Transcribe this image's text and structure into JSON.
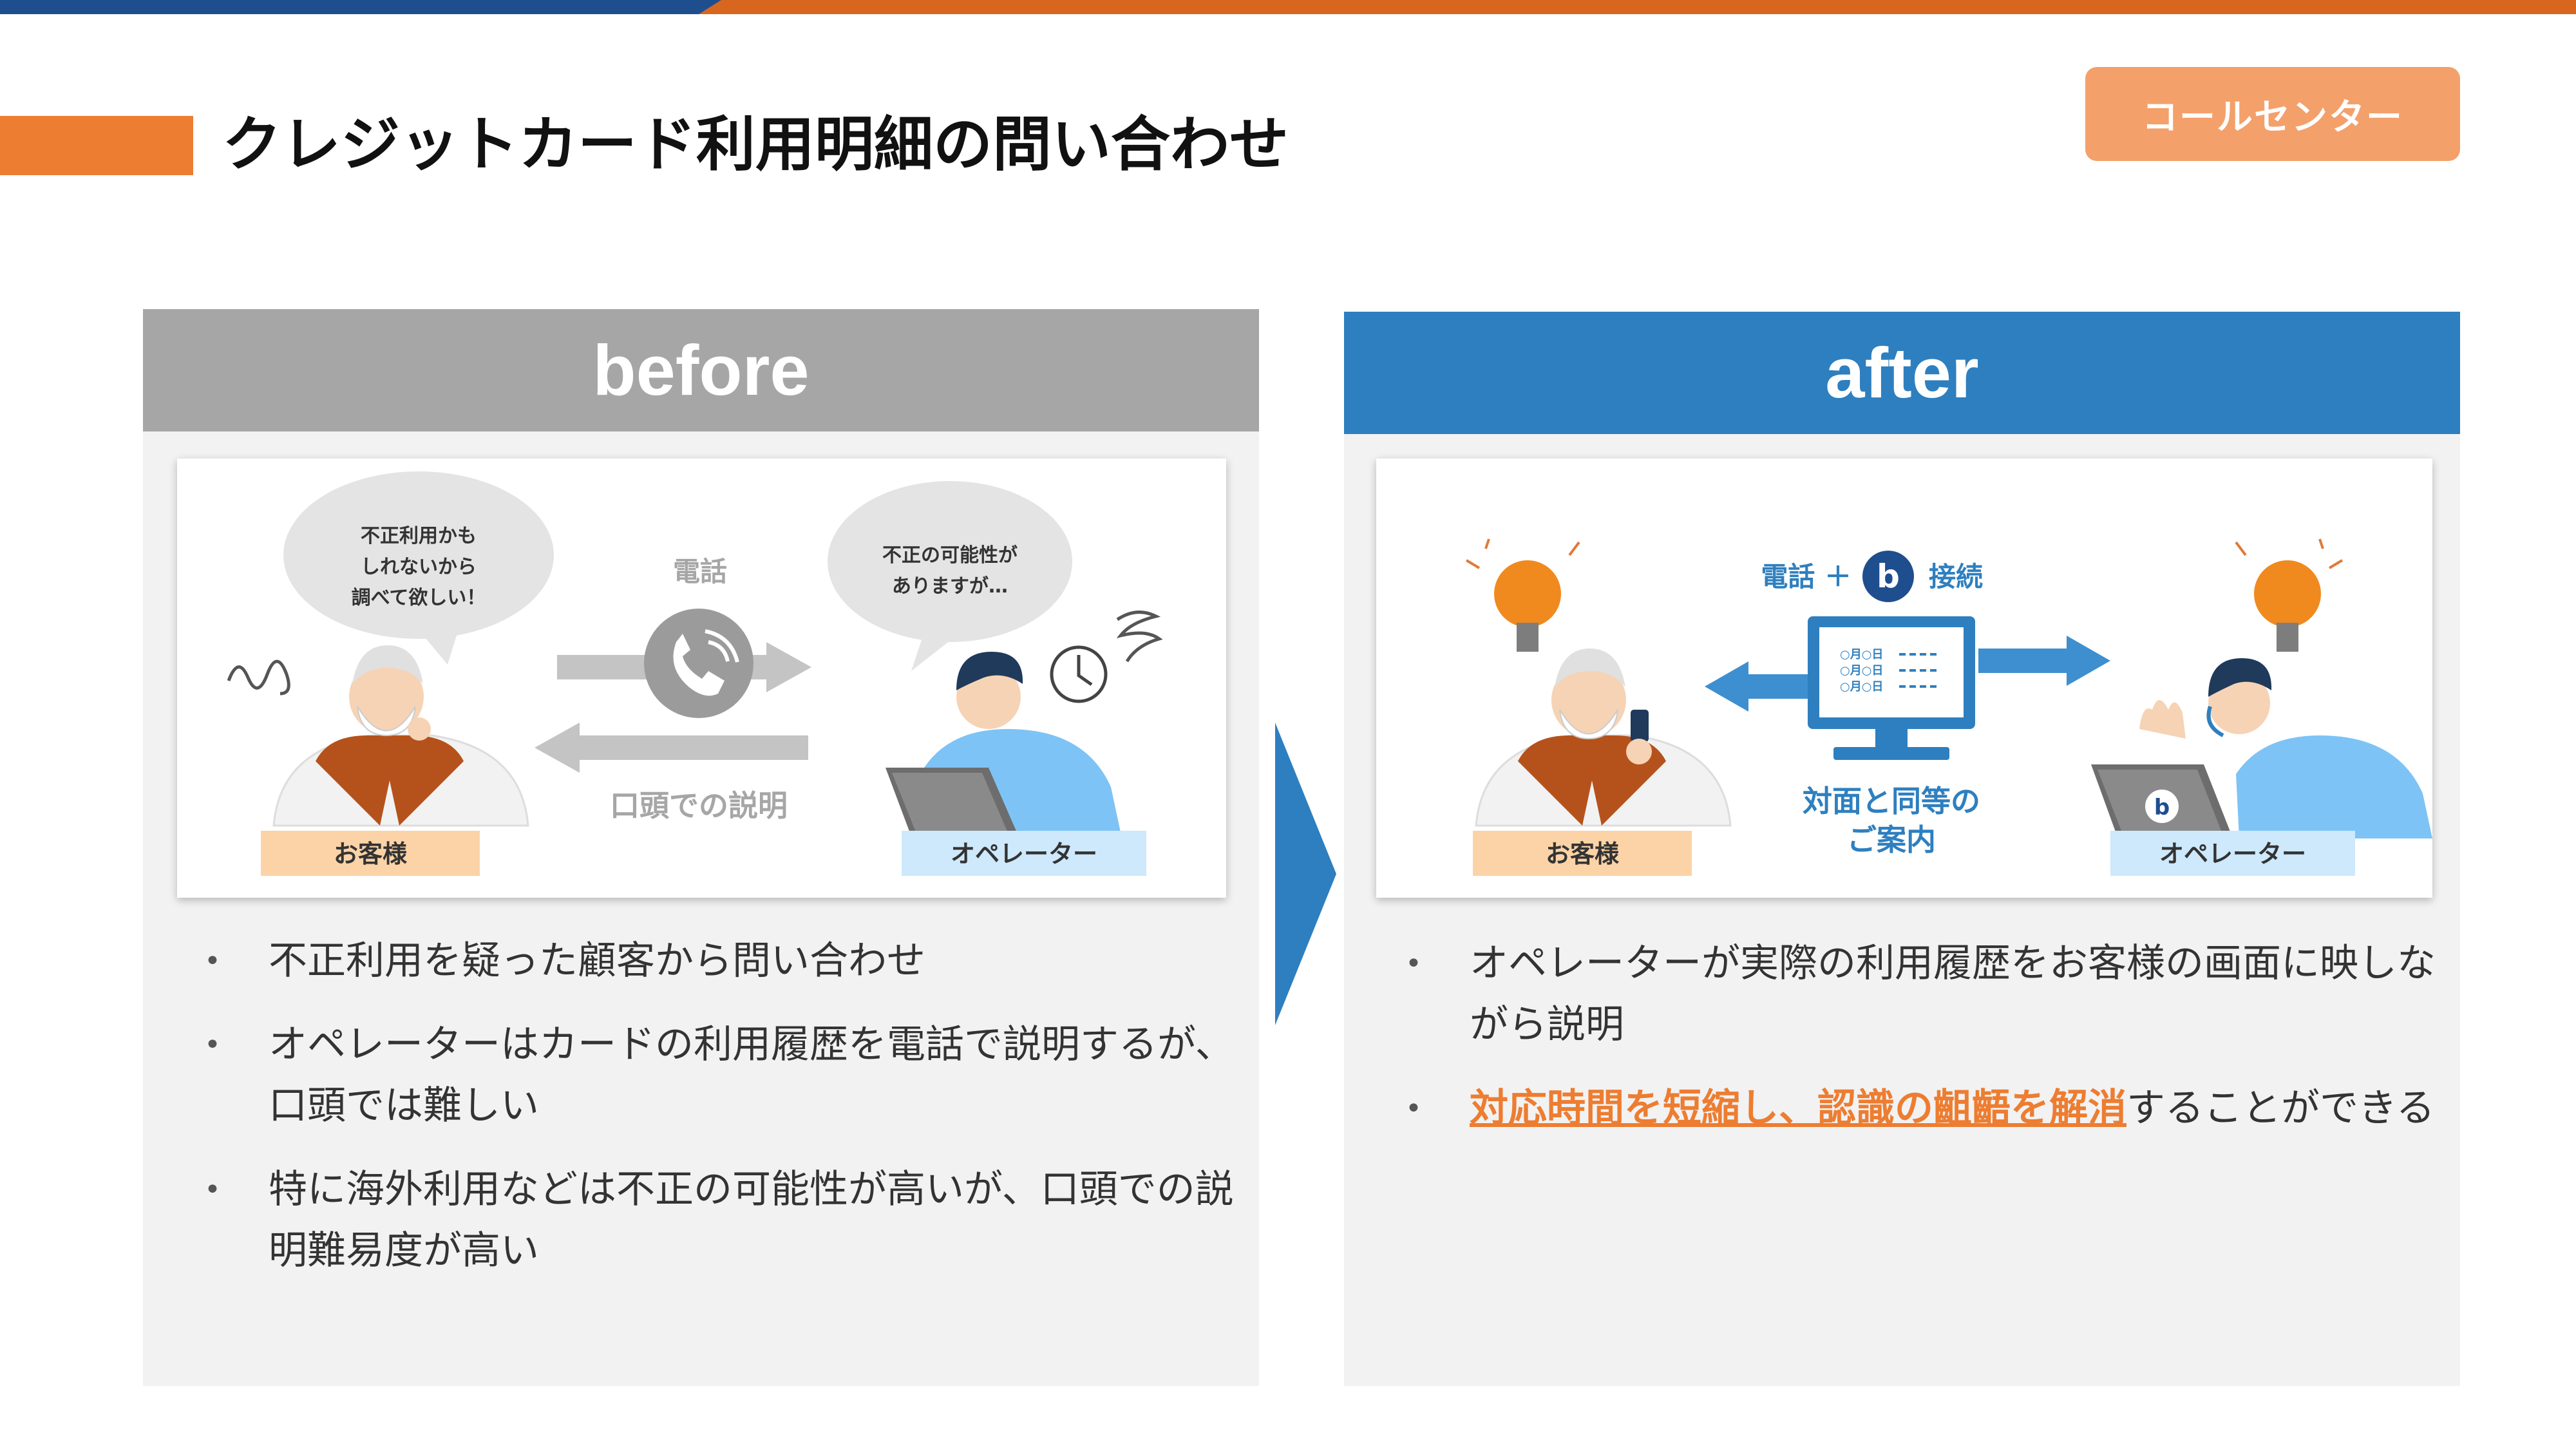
{
  "title": "クレジットカード利用明細の問い合わせ",
  "tag": "コールセンター",
  "before": {
    "header": "before",
    "bubble_customer": [
      "不正利用かも",
      "しれないから",
      "調べて欲しい！"
    ],
    "bubble_operator": [
      "不正の可能性が",
      "ありますが…"
    ],
    "phone_label": "電話",
    "verbal_label": "口頭での説明",
    "customer_label": "お客様",
    "operator_label": "オペレーター",
    "bullets": [
      "不正利用を疑った顧客から問い合わせ",
      "オペレーターはカードの利用履歴を電話で説明するが、口頭では難しい",
      "特に海外利用などは不正の可能性が高いが、口頭での説明難易度が高い"
    ]
  },
  "after": {
    "header": "after",
    "phone_label": "電話 ＋",
    "logo_letter": "b",
    "connect_label": "接続",
    "screen_text": [
      "○月○日",
      "○月○日",
      "○月○日"
    ],
    "guide_label": [
      "対面と同等の",
      "ご案内"
    ],
    "customer_label": "お客様",
    "operator_label": "オペレーター",
    "bullet1": "オペレーターが実際の利用履歴をお客様の画面に映しながら説明",
    "bullet2_highlight": "対応時間を短縮し、認識の齟齬を解消",
    "bullet2_rest": "することができる"
  },
  "colors": {
    "accent_orange": "#ed7d31",
    "after_blue": "#2e7fbf",
    "before_gray": "#a6a6a6",
    "tag_orange": "#f4a06a"
  }
}
